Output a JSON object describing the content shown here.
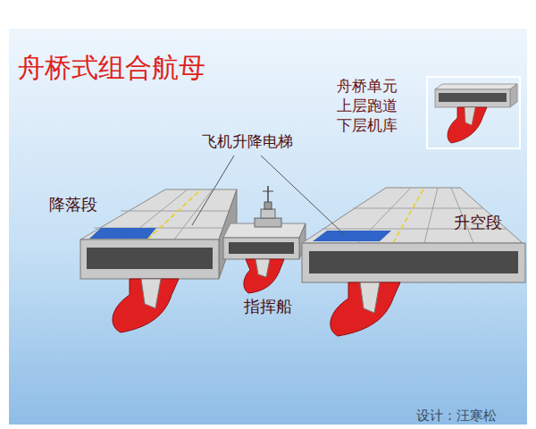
{
  "diagram": {
    "title": "舟桥式组合航母",
    "labels": [
      "舟桥单元",
      "上层跑道",
      "下层机库",
      "飞机升降电梯",
      "降落段",
      "指挥船",
      "升空段",
      "设计：汪寒松"
    ]
  }
}
